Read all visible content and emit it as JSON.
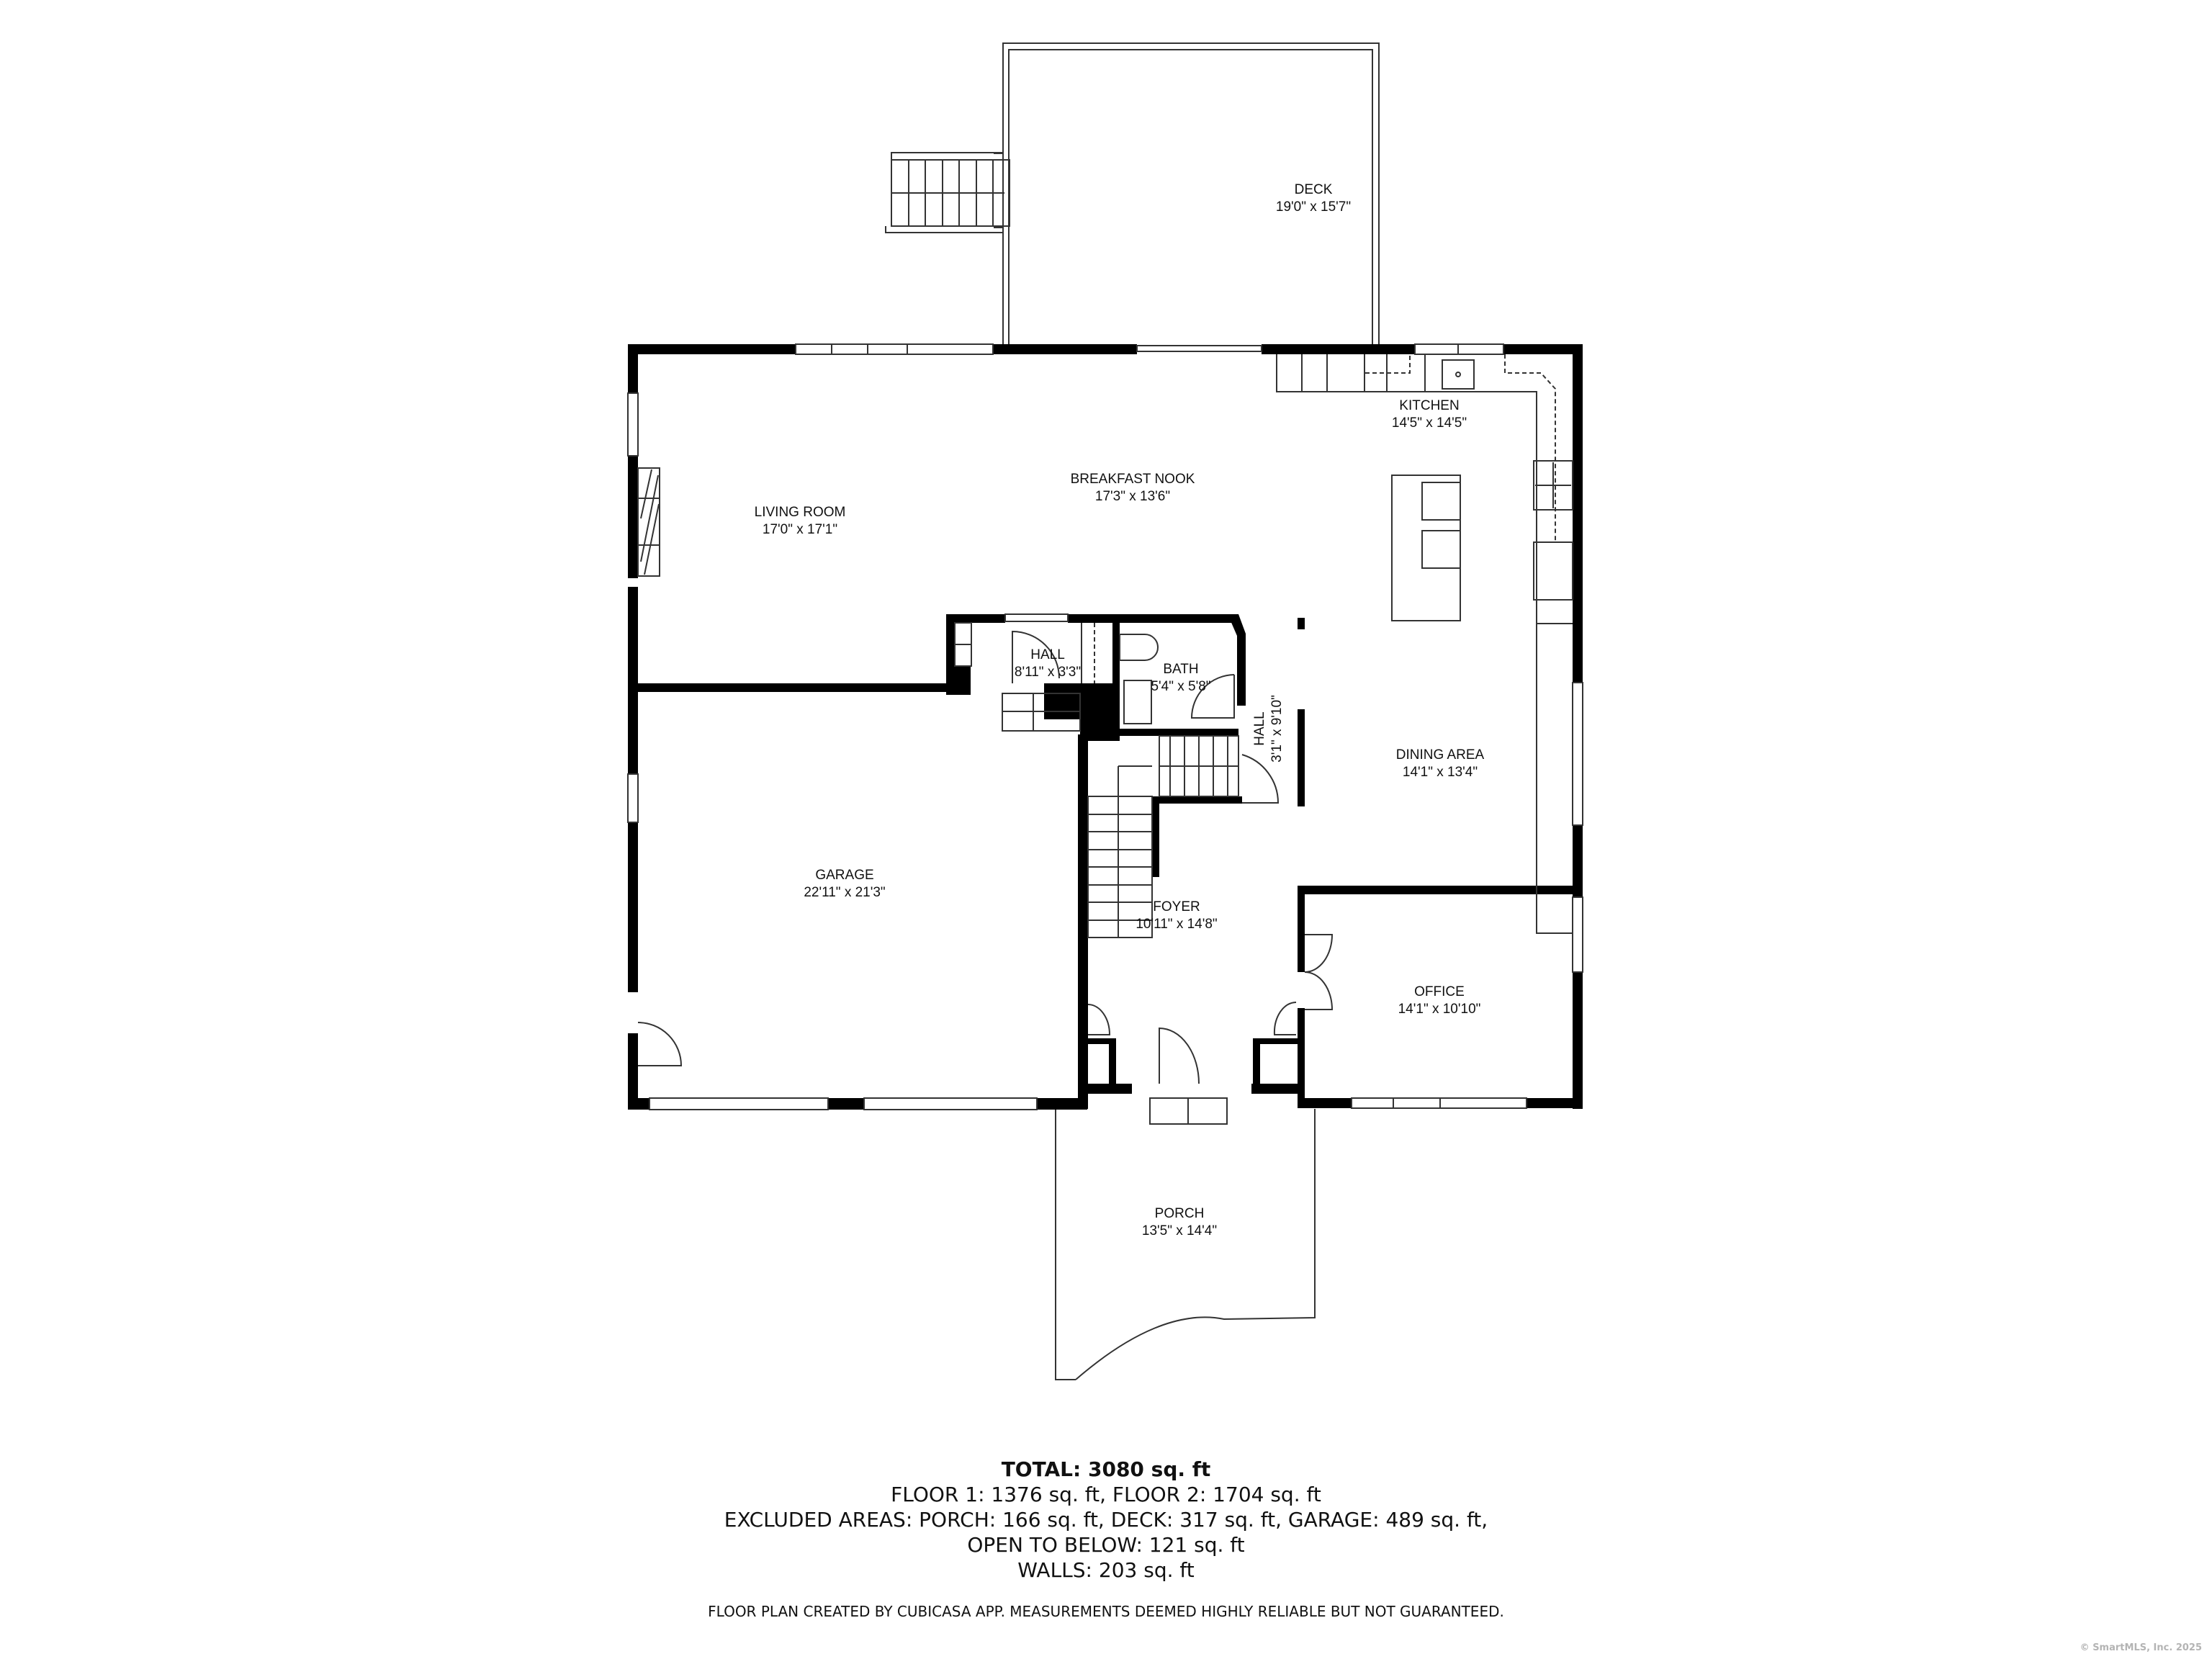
{
  "rooms": {
    "deck": {
      "name": "DECK",
      "dims": "19'0\" x 15'7\""
    },
    "kitchen": {
      "name": "KITCHEN",
      "dims": "14'5\" x 14'5\""
    },
    "breakfast_nook": {
      "name": "BREAKFAST NOOK",
      "dims": "17'3\" x 13'6\""
    },
    "living_room": {
      "name": "LIVING ROOM",
      "dims": "17'0\" x 17'1\""
    },
    "hall_upper": {
      "name": "HALL",
      "dims": "8'11\" x 3'3\""
    },
    "bath": {
      "name": "BATH",
      "dims": "5'4\" x 5'8\""
    },
    "hall_side": {
      "name": "HALL",
      "dims": "3'1\" x 9'10\""
    },
    "dining_area": {
      "name": "DINING AREA",
      "dims": "14'1\" x 13'4\""
    },
    "garage": {
      "name": "GARAGE",
      "dims": "22'11\" x 21'3\""
    },
    "foyer": {
      "name": "FOYER",
      "dims": "10'11\" x 14'8\""
    },
    "office": {
      "name": "OFFICE",
      "dims": "14'1\" x 10'10\""
    },
    "porch": {
      "name": "PORCH",
      "dims": "13'5\" x 14'4\""
    }
  },
  "summary": {
    "total": "TOTAL: 3080 sq. ft",
    "floors": "FLOOR 1: 1376 sq. ft, FLOOR 2: 1704 sq. ft",
    "excluded": "EXCLUDED AREAS: PORCH: 166 sq. ft, DECK: 317 sq. ft, GARAGE: 489 sq. ft,",
    "open_to_below": "OPEN TO BELOW: 121 sq. ft",
    "walls": "WALLS: 203 sq. ft",
    "disclaimer": "FLOOR PLAN CREATED BY CUBICASA APP. MEASUREMENTS DEEMED HIGHLY RELIABLE BUT NOT GUARANTEED."
  },
  "watermark": "© SmartMLS, Inc.  2025",
  "colors": {
    "wall": "#000000",
    "line": "#333333",
    "background": "#ffffff",
    "watermark": "#b4b4b4"
  }
}
